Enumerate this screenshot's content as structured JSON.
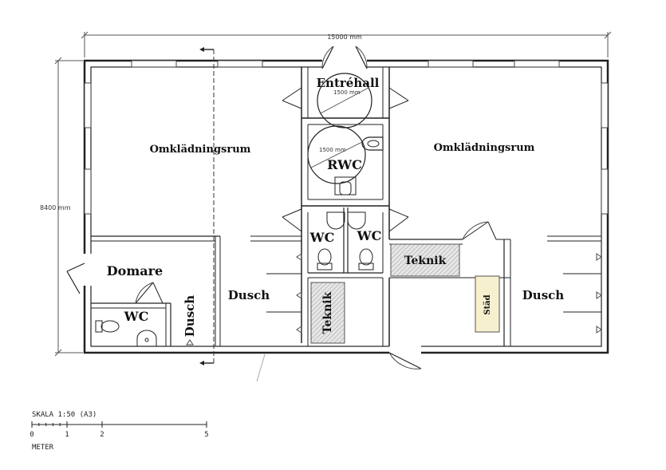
{
  "dimensions": {
    "width_label": "15000 mm",
    "height_label": "8400 mm",
    "circle_label_1": "1500 mm",
    "circle_label_2": "1500 mm"
  },
  "rooms": {
    "entrehall": "Entréhall",
    "rwc": "RWC",
    "omkladning_left": "Omklädningsrum",
    "omkladning_right": "Omklädningsrum",
    "wc_center_left": "WC",
    "wc_center_right": "WC",
    "teknik_upper": "Teknik",
    "teknik_lower": "Teknik",
    "domare": "Domare",
    "wc_domare": "WC",
    "dusch_domare": "Dusch",
    "dusch_left": "Dusch",
    "dusch_right": "Dusch",
    "stad": "Städ"
  },
  "scale": {
    "title": "SKALA 1:50  (A3)",
    "ticks": [
      "0",
      "1",
      "2",
      "5"
    ],
    "unit_label": "METER"
  },
  "colors": {
    "wall": "#222222",
    "hatch_fill": "#cccccc"
  }
}
